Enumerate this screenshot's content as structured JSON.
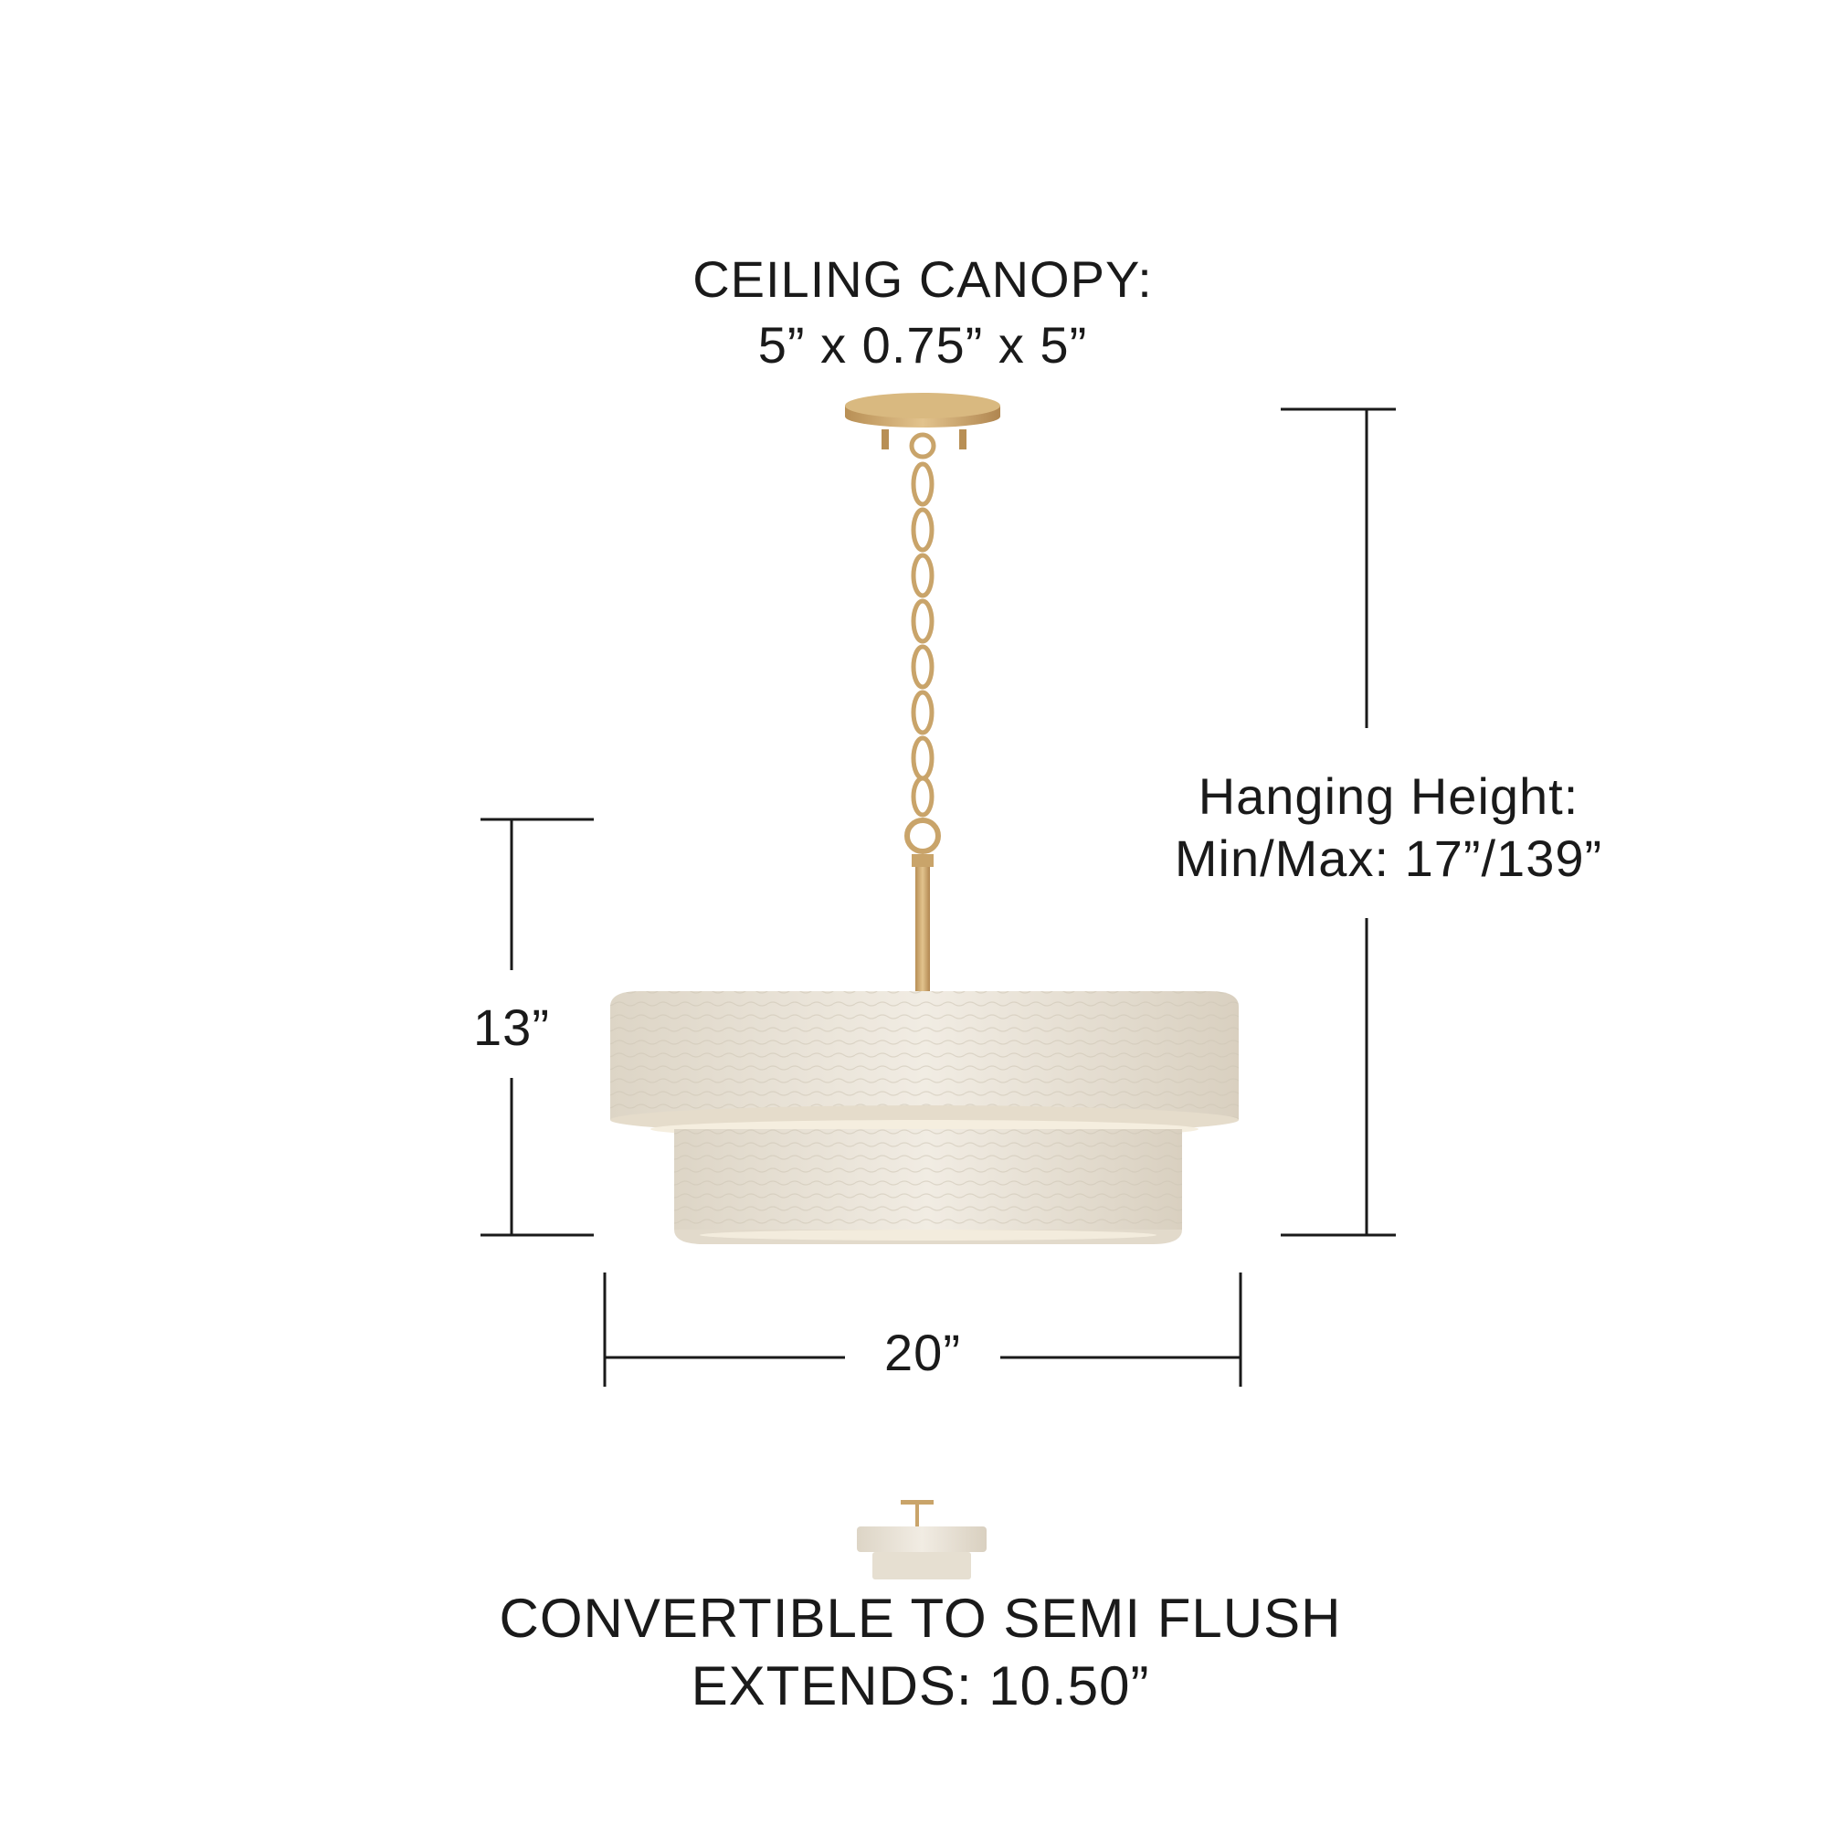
{
  "canopy": {
    "line1": "CEILING CANOPY:",
    "line2": "5” x 0.75” x 5”"
  },
  "hanging_height": {
    "line1": "Hanging Height:",
    "line2": "Min/Max: 17”/139”"
  },
  "height_dim": {
    "value": "13”"
  },
  "width_dim": {
    "value": "20”"
  },
  "semi_flush": {
    "line1": "CONVERTIBLE TO SEMI FLUSH",
    "line2": "EXTENDS: 10.50”"
  },
  "colors": {
    "brass": "#c9a46a",
    "shade": "#ece6da",
    "shade_dark": "#ddd4c4",
    "line": "#1a1a1a"
  }
}
